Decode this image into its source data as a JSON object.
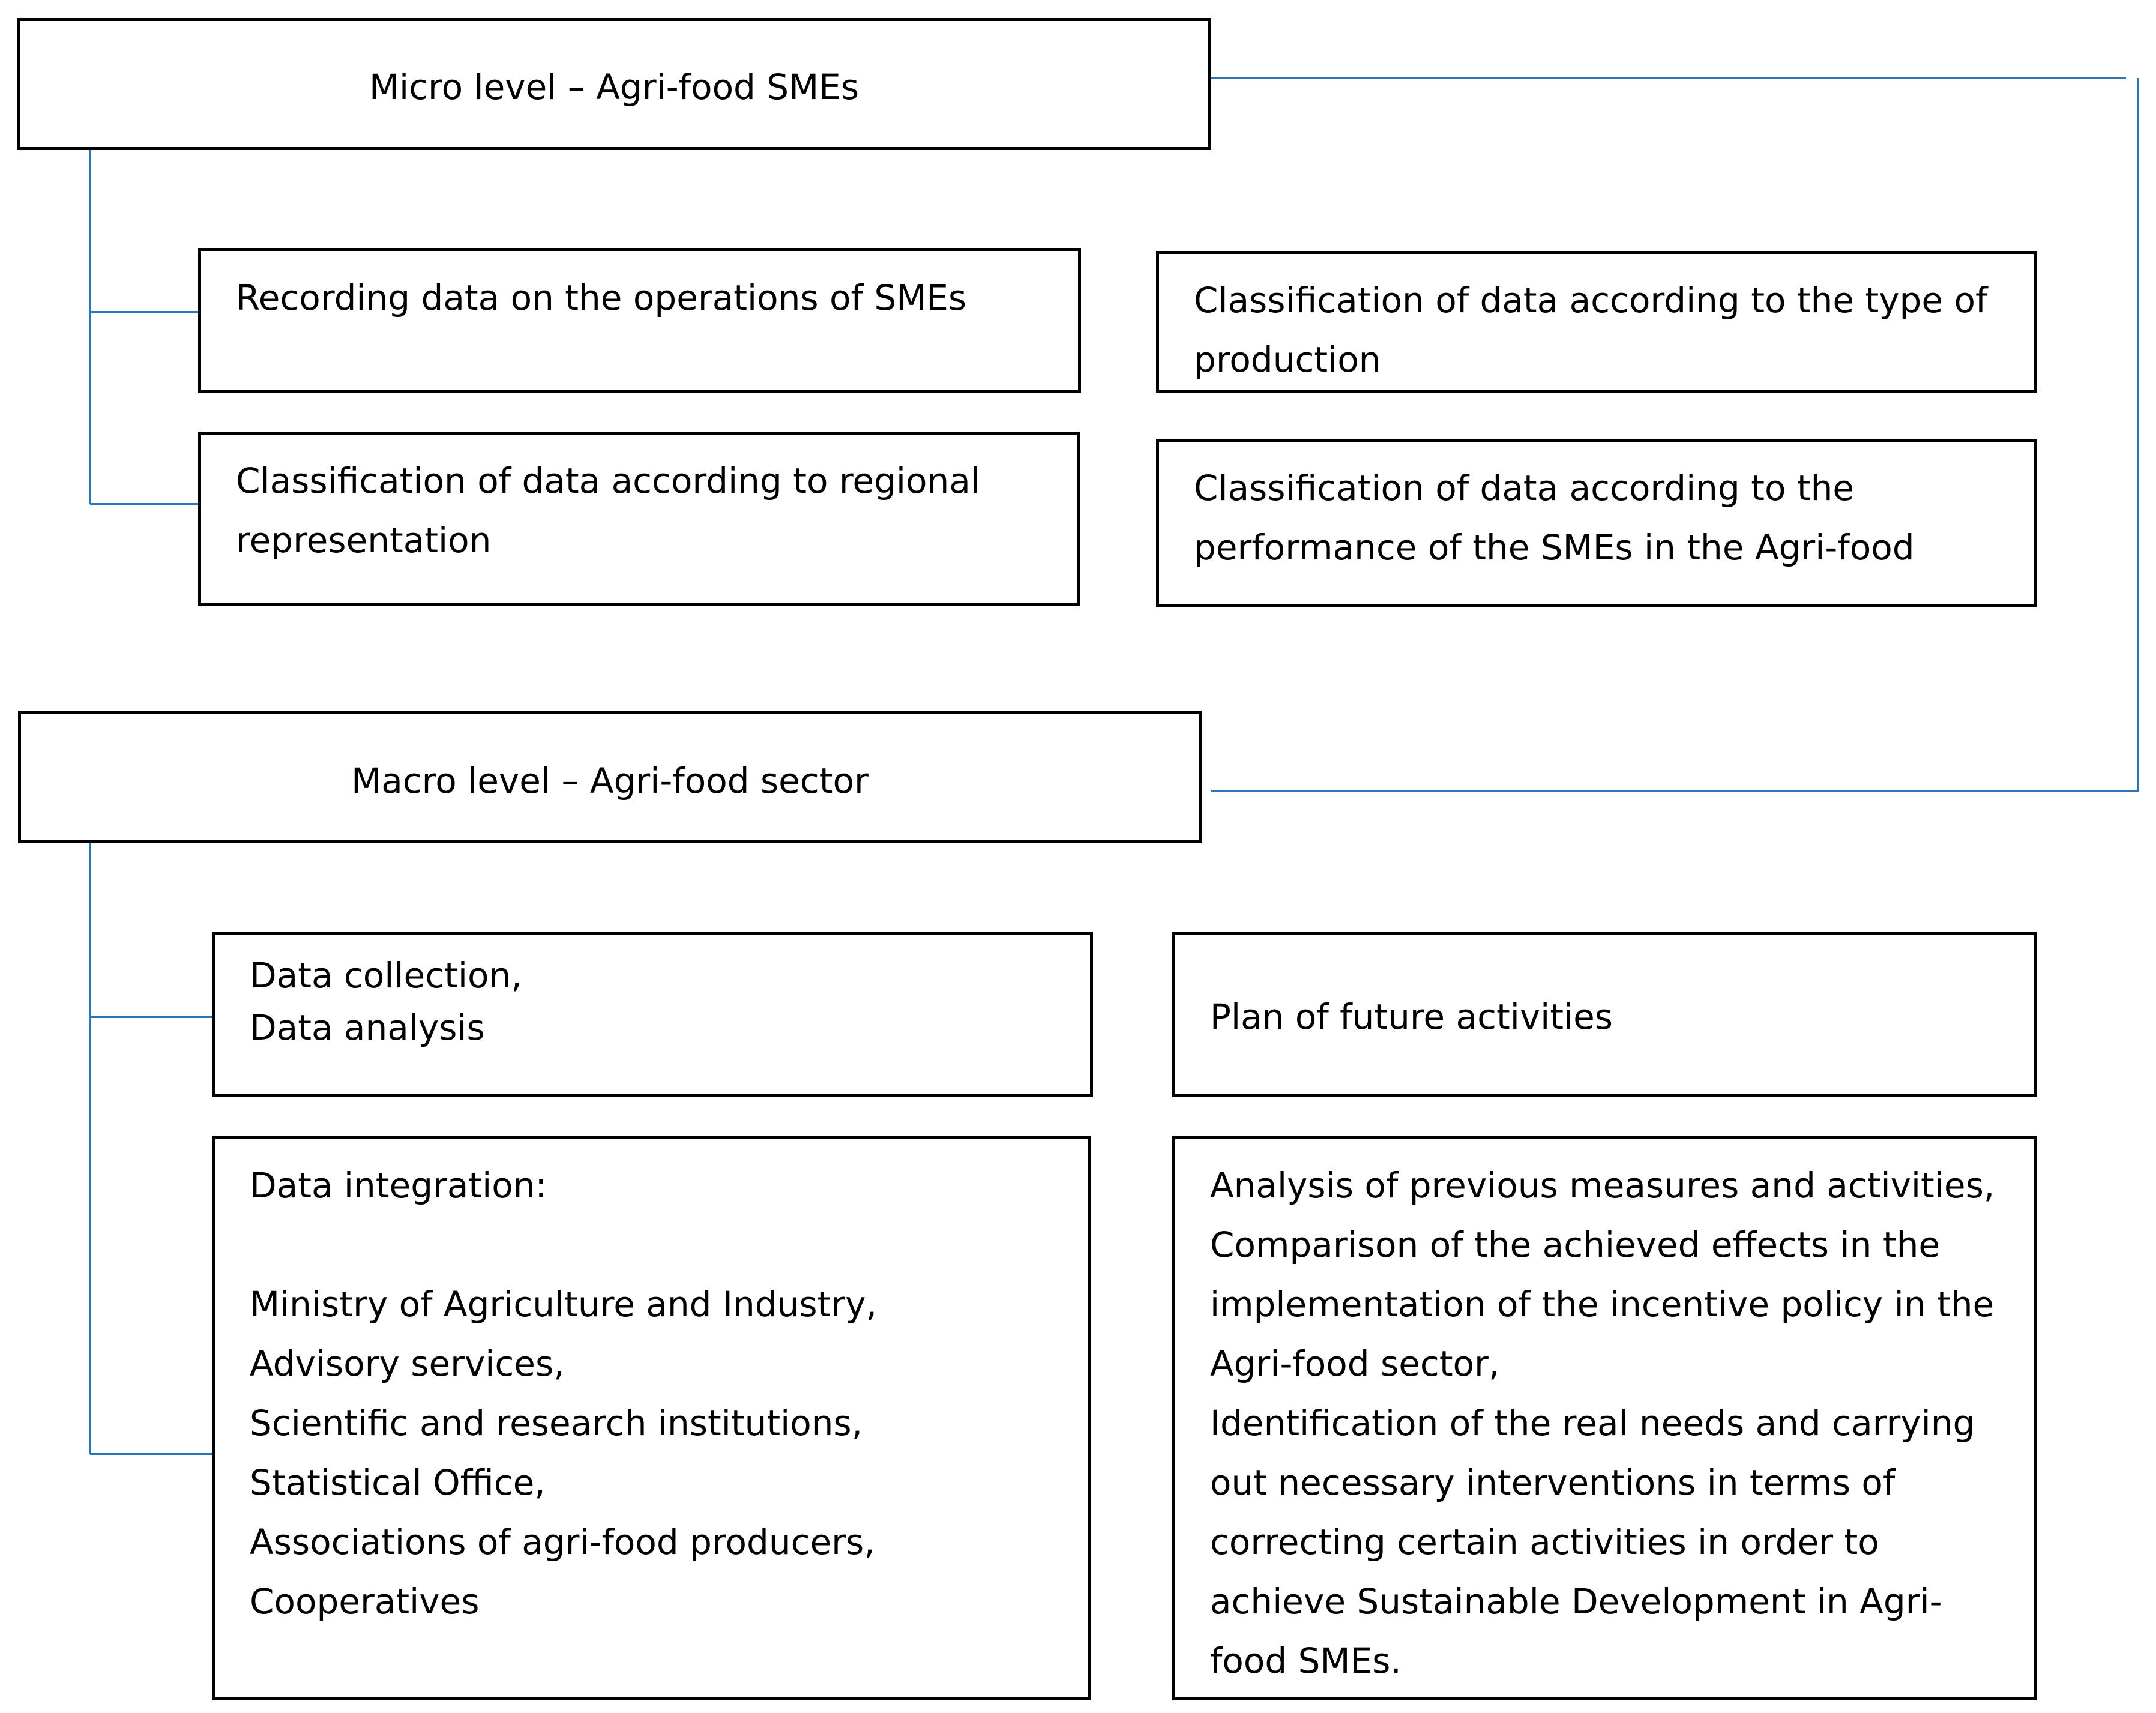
{
  "colors": {
    "connector": "#2e75b6",
    "box_border": "#000000",
    "text": "#000000"
  },
  "micro": {
    "title": "Micro level – Agri-food SMEs",
    "boxes": [
      "Recording data on the operations of SMEs",
      "Classification of data according to the type of\nproduction",
      "Classification of data according to regional\nrepresentation",
      "Classification of data according to the\nperformance of the SMEs in the Agri-food"
    ]
  },
  "macro": {
    "title": "Macro level – Agri-food sector",
    "boxes": [
      "Data collection,\nData analysis",
      "Plan of future activities",
      "Data integration:\n\nMinistry of Agriculture and Industry,\nAdvisory services,\nScientific and research institutions,\nStatistical Office,\nAssociations of agri-food producers,\nCooperatives",
      "Analysis of previous measures and activities,\nComparison of the achieved effects in the\nimplementation of the incentive policy in the\nAgri-food sector,\nIdentification of the real needs and carrying\nout necessary interventions in terms of\ncorrecting certain activities in order to\nachieve Sustainable Development in Agri-\nfood SMEs."
    ]
  }
}
